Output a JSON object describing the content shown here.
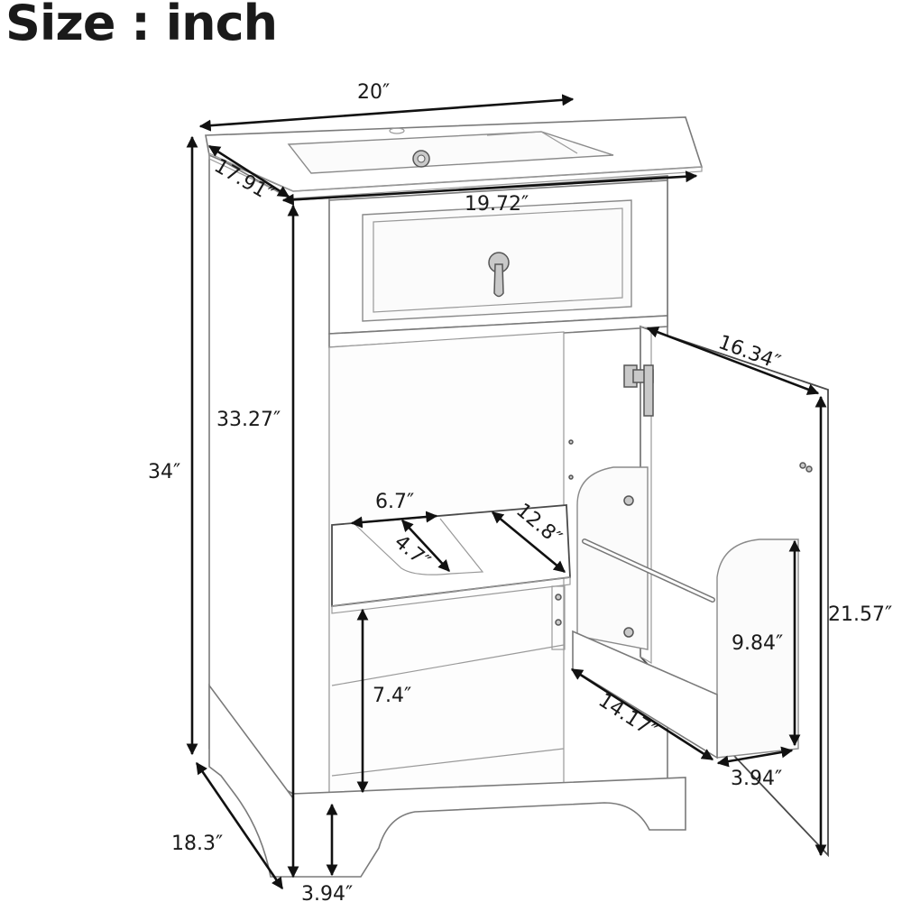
{
  "title": "Size : inch",
  "product": "bathroom vanity with sink",
  "dimensions": {
    "overall_width": "20″",
    "overall_depth": "17.91″",
    "cabinet_width": "19.72″",
    "overall_height": "34″",
    "cabinet_height": "33.27″",
    "door_width": "16.34″",
    "door_height": "21.57″",
    "shelf_cutout_width": "6.7″",
    "shelf_cutout_depth": "4.7″",
    "shelf_depth": "12.8″",
    "shelf_clearance": "7.4″",
    "door_rack_height": "9.84″",
    "door_rack_width": "14.17″",
    "door_rack_depth": "3.94″",
    "base_depth": "18.3″",
    "base_height": "3.94″"
  },
  "colors": {
    "line": "#111111",
    "outline": "#7a7a7a",
    "background": "#ffffff"
  }
}
